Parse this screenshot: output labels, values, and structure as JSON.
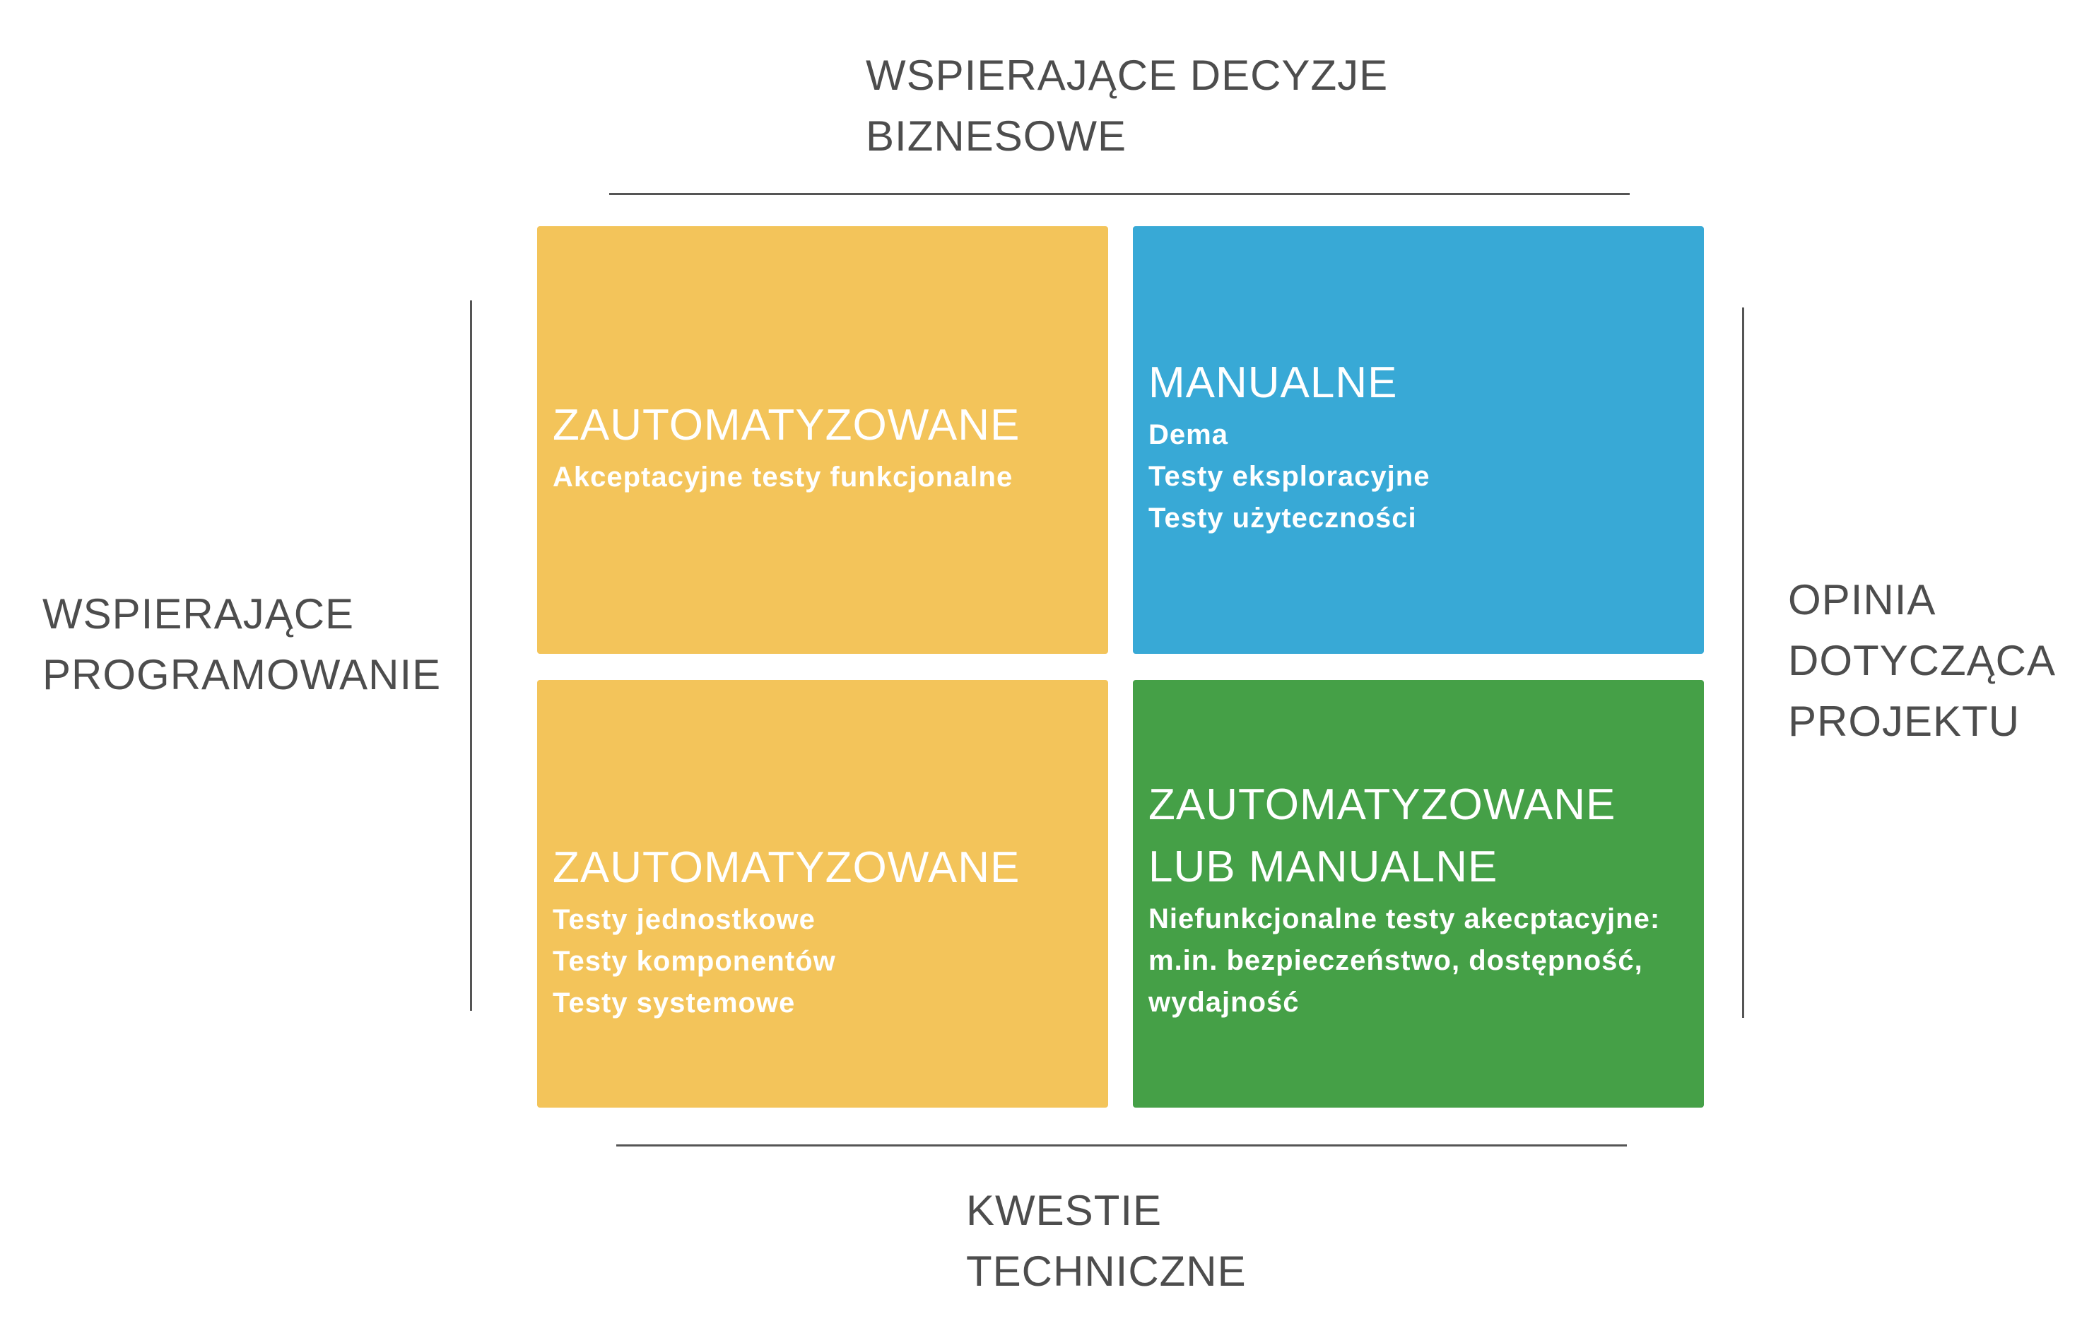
{
  "axes": {
    "top": [
      "WSPIERAJĄCE DECYZJE",
      "BIZNESOWE"
    ],
    "bottom": [
      "KWESTIE",
      "TECHNICZNE"
    ],
    "left": [
      "WSPIERAJĄCE",
      "PROGRAMOWANIE"
    ],
    "right": [
      "OPINIA",
      "DOTYCZĄCA",
      "PROJEKTU"
    ]
  },
  "quadrants": {
    "top_left": {
      "title": [
        "ZAUTOMATYZOWANE"
      ],
      "items": [
        "Akceptacyjne testy funkcjonalne"
      ],
      "color": "#f3c45a"
    },
    "top_right": {
      "title": [
        "MANUALNE"
      ],
      "items": [
        "Dema",
        "Testy eksploracyjne",
        "Testy użyteczności"
      ],
      "color": "#38a9d6"
    },
    "bottom_left": {
      "title": [
        "ZAUTOMATYZOWANE"
      ],
      "items": [
        "Testy jednostkowe",
        "Testy komponentów",
        "Testy systemowe"
      ],
      "color": "#f3c45a"
    },
    "bottom_right": {
      "title": [
        "ZAUTOMATYZOWANE",
        "LUB MANUALNE"
      ],
      "items": [
        "Niefunkcjonalne testy akecptacyjne:",
        "m.in. bezpieczeństwo, dostępność,",
        "wydajność"
      ],
      "color": "#45a047"
    }
  }
}
